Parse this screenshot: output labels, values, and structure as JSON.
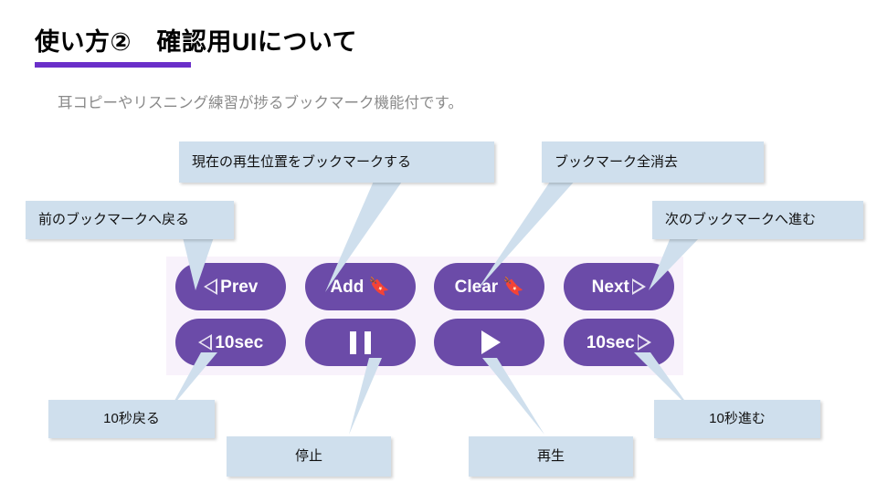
{
  "slide": {
    "title": "使い方②　確認用UIについて",
    "subtitle": "耳コピーやリスニング練習が捗るブックマーク機能付です。",
    "accent_color": "#6A2FC9",
    "callout_color": "#cfdfed",
    "button_color": "#6B4BA8",
    "panel_color": "#f8f2fb"
  },
  "player": {
    "row1": [
      {
        "name": "prev",
        "label": "Prev",
        "icon": "triangle-left-outline-icon",
        "icon_position": "before"
      },
      {
        "name": "add",
        "label": "Add",
        "icon": "bookmark-icon",
        "icon_position": "after",
        "icon_glyph": "🔖"
      },
      {
        "name": "clear",
        "label": "Clear",
        "icon": "bookmark-icon",
        "icon_position": "after",
        "icon_glyph": "🔖"
      },
      {
        "name": "next",
        "label": "Next",
        "icon": "triangle-right-outline-icon",
        "icon_position": "after"
      }
    ],
    "row2": [
      {
        "name": "back-10sec",
        "label": "10sec",
        "icon": "triangle-left-outline-icon",
        "icon_position": "before"
      },
      {
        "name": "pause",
        "label": "",
        "icon": "pause-icon",
        "icon_position": "only"
      },
      {
        "name": "play",
        "label": "",
        "icon": "play-icon",
        "icon_position": "only"
      },
      {
        "name": "forward-10sec",
        "label": "10sec",
        "icon": "triangle-right-outline-icon",
        "icon_position": "after"
      }
    ]
  },
  "callouts": {
    "add_bookmark": "現在の再生位置をブックマークする",
    "clear_bookmarks": "ブックマーク全消去",
    "prev_bookmark": "前のブックマークへ戻る",
    "next_bookmark": "次のブックマークへ進む",
    "back_10sec": "10秒戻る",
    "stop": "停止",
    "play": "再生",
    "forward_10sec": "10秒進む"
  }
}
